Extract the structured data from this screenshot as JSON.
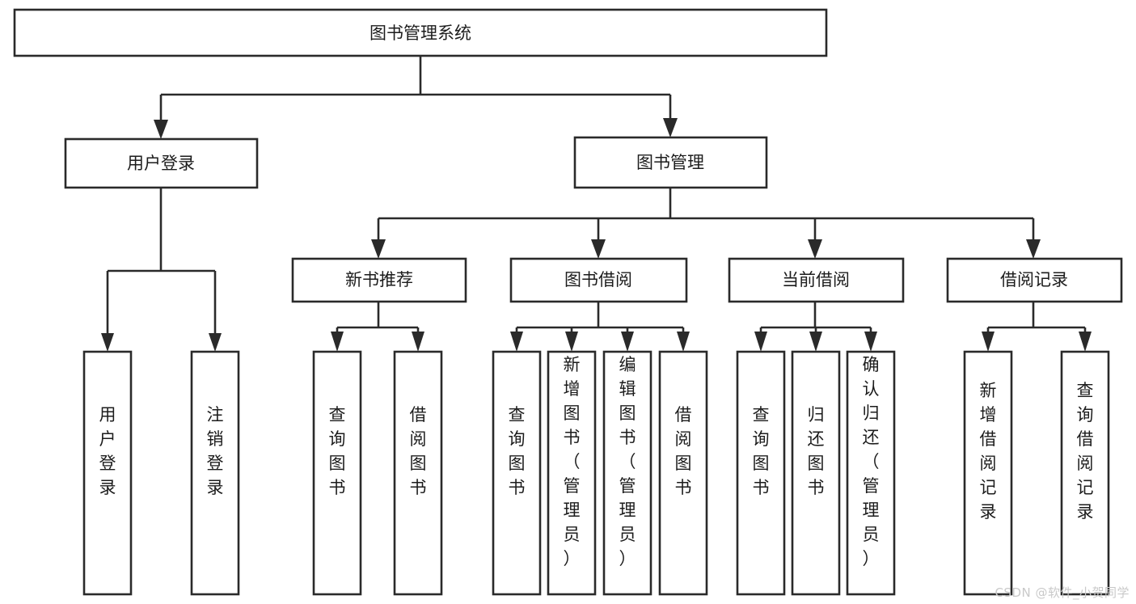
{
  "diagram": {
    "type": "tree",
    "title": "图书管理系统",
    "orientation": "top-down",
    "watermark": "CSDN @软件_小贺同学",
    "colors": {
      "box_fill": "#ffffff",
      "box_stroke": "#2a2a2a",
      "text": "#1c1c1c",
      "watermark": "#c9c9c9",
      "background": "#ffffff"
    },
    "root": {
      "label": "图书管理系统"
    },
    "level1": [
      {
        "label": "用户登录"
      },
      {
        "label": "图书管理"
      }
    ],
    "level2": [
      {
        "label": "新书推荐"
      },
      {
        "label": "图书借阅"
      },
      {
        "label": "当前借阅"
      },
      {
        "label": "借阅记录"
      }
    ],
    "leaves": {
      "user_login": [
        {
          "label": "用户登录"
        },
        {
          "label": "注销登录"
        }
      ],
      "new_book_recommend": [
        {
          "label": "查询图书"
        },
        {
          "label": "借阅图书"
        }
      ],
      "book_borrow": [
        {
          "label": "查询图书"
        },
        {
          "label": "新增图书（管理员）"
        },
        {
          "label": "编辑图书（管理员）"
        },
        {
          "label": "借阅图书"
        }
      ],
      "current_borrow": [
        {
          "label": "查询图书"
        },
        {
          "label": "归还图书"
        },
        {
          "label": "确认归还（管理员）"
        }
      ],
      "borrow_record": [
        {
          "label": "新增借阅记录"
        },
        {
          "label": "查询借阅记录"
        }
      ]
    }
  }
}
